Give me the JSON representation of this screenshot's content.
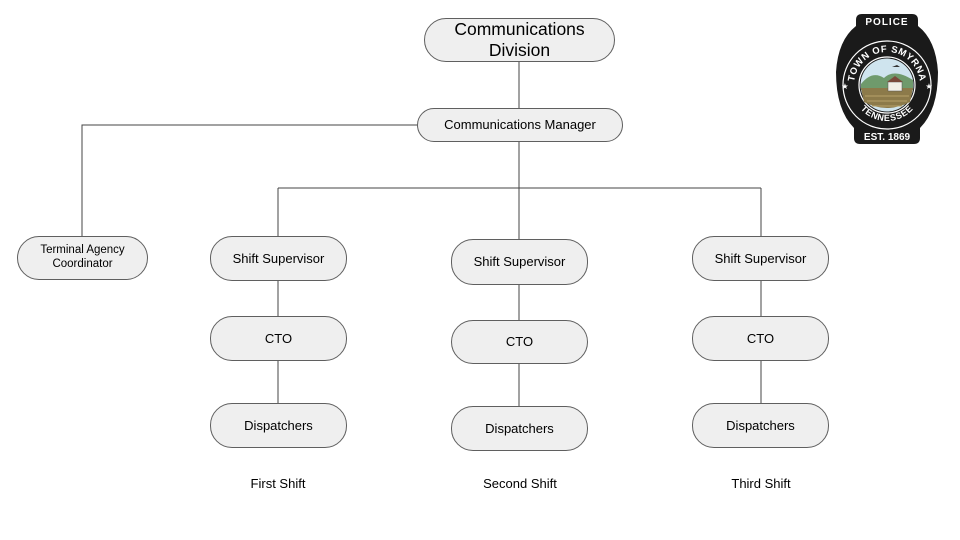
{
  "org_chart": {
    "root": "Communications Division",
    "manager": "Communications Manager",
    "coordinator": "Terminal Agency Coordinator",
    "shifts": [
      {
        "supervisor": "Shift Supervisor",
        "cto": "CTO",
        "dispatchers": "Dispatchers",
        "caption": "First Shift"
      },
      {
        "supervisor": "Shift Supervisor",
        "cto": "CTO",
        "dispatchers": "Dispatchers",
        "caption": "Second Shift"
      },
      {
        "supervisor": "Shift Supervisor",
        "cto": "CTO",
        "dispatchers": "Dispatchers",
        "caption": "Third Shift"
      }
    ]
  },
  "logo": {
    "top_text": "POLICE",
    "ring_text": "TOWN OF SMYRNA",
    "state_text": "TENNESSEE",
    "est_text": "EST. 1869"
  },
  "colors": {
    "node_fill": "#efefef",
    "node_border": "#5f5f5f",
    "connector": "#444444",
    "badge": "#1a1a1a"
  }
}
